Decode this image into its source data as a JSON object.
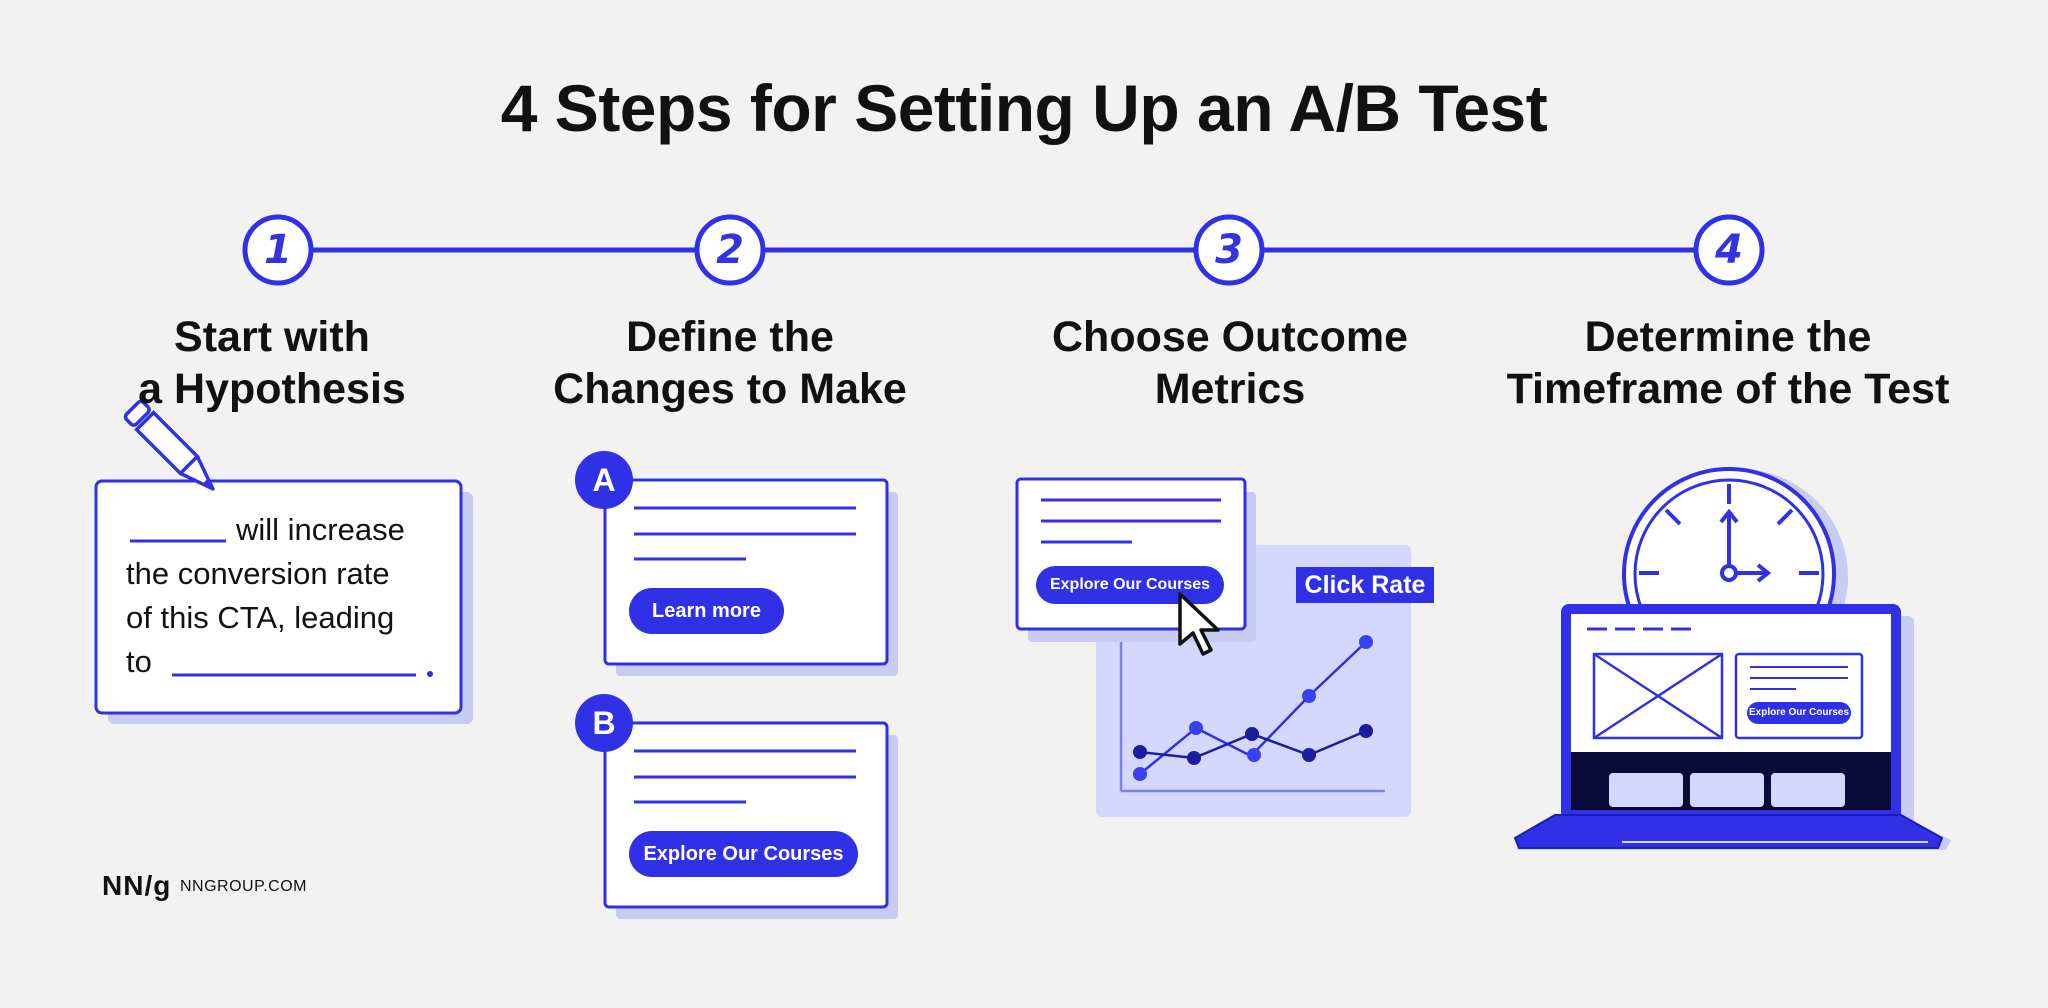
{
  "title": "4 Steps for Setting Up an A/B Test",
  "steps": [
    {
      "number": "1",
      "line1": "Start with",
      "line2": "a Hypothesis"
    },
    {
      "number": "2",
      "line1": "Define the",
      "line2": "Changes to Make"
    },
    {
      "number": "3",
      "line1": "Choose Outcome",
      "line2": "Metrics"
    },
    {
      "number": "4",
      "line1": "Determine the",
      "line2": "Timeframe of the Test"
    }
  ],
  "hypothesis": {
    "line1": "will increase",
    "line2": "the conversion rate",
    "line3": "of this CTA, leading",
    "line4": "to"
  },
  "variants": {
    "a_label": "A",
    "a_button": "Learn more",
    "b_label": "B",
    "b_button": "Explore Our Courses"
  },
  "metrics": {
    "card_button": "Explore Our Courses",
    "click_rate_label": "Click Rate"
  },
  "timeframe": {
    "screen_button": "Explore Our Courses"
  },
  "brand": {
    "logo": "NN/g",
    "url": "NNGROUP.COM"
  },
  "colors": {
    "accent": "#3030e6",
    "light_accent": "#d4d8ff",
    "shadow": "#c9ccf2",
    "background": "#f2f2f2",
    "dark_navy": "#0b0b3a"
  }
}
